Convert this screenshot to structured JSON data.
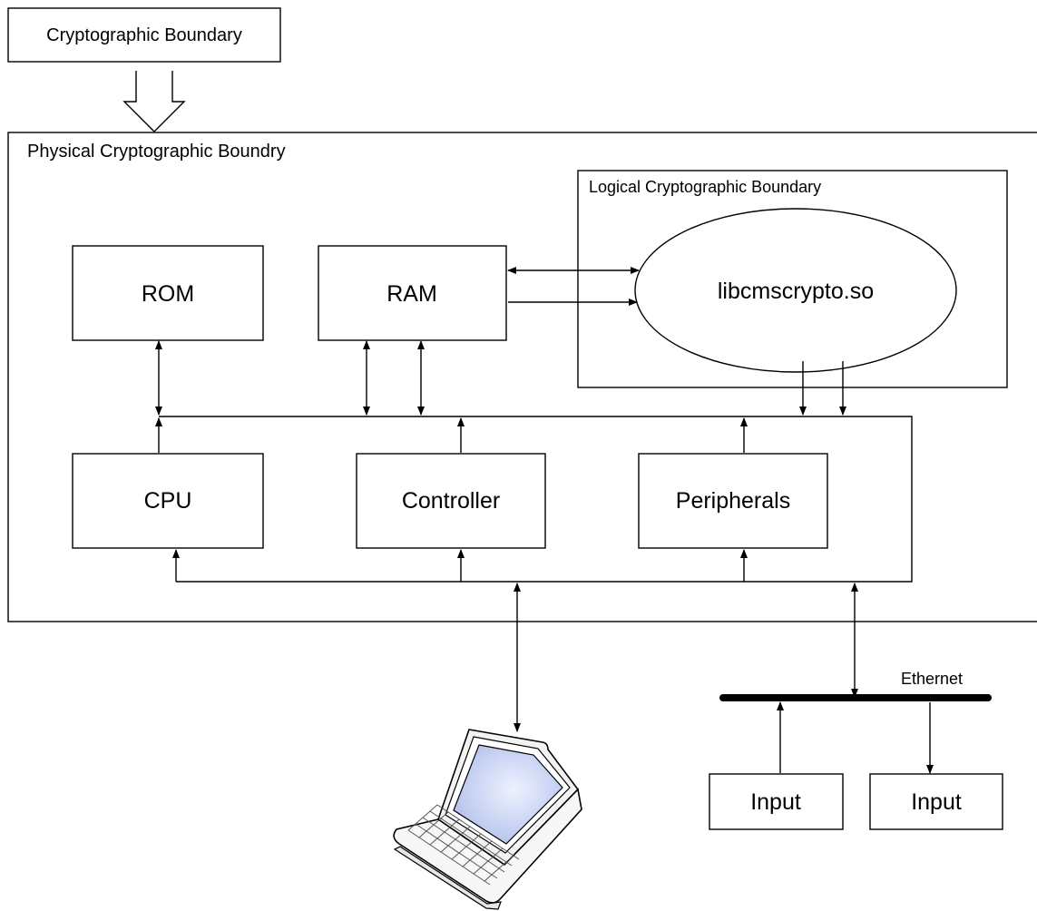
{
  "legend": {
    "label": "Cryptographic Boundary"
  },
  "physical_boundary": {
    "label": "Physical Cryptographic Boundry"
  },
  "logical_boundary": {
    "label": "Logical Cryptographic Boundary"
  },
  "library": {
    "label": "libcmscrypto.so"
  },
  "components": {
    "rom": "ROM",
    "ram": "RAM",
    "cpu": "CPU",
    "controller": "Controller",
    "peripherals": "Peripherals"
  },
  "network": {
    "label": "Ethernet",
    "input_left": "Input",
    "input_right": "Input"
  },
  "icons": {
    "laptop": "laptop-icon"
  },
  "colors": {
    "line": "#000000",
    "background": "#ffffff",
    "screen": "#c9d3f2"
  }
}
